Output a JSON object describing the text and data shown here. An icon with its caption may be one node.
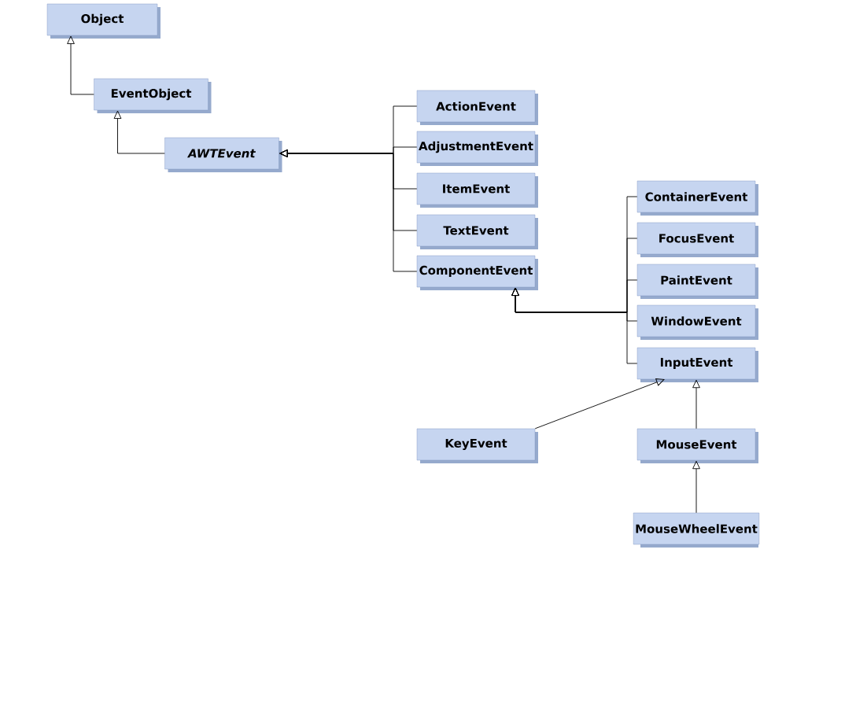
{
  "diagram": {
    "nodes": [
      {
        "text": [
          "Object"
        ]
      },
      {
        "text": [
          "EventObject"
        ]
      },
      {
        "text": [
          "*AWTEvent*"
        ]
      },
      {
        "text": [
          "ActionEvent"
        ]
      },
      {
        "text": [
          "AdjustmentEvent"
        ]
      },
      {
        "text": [
          "ItemEvent"
        ]
      },
      {
        "text": [
          "TextEvent"
        ]
      },
      {
        "text": [
          "ComponentEvent"
        ]
      },
      {
        "text": [
          "ContainerEvent"
        ]
      },
      {
        "text": [
          "FocusEvent"
        ]
      },
      {
        "text": [
          "PaintEvent"
        ]
      },
      {
        "text": [
          "WindowEvent"
        ]
      },
      {
        "text": [
          "InputEvent"
        ]
      },
      {
        "text": [
          "KeyEvent"
        ]
      },
      {
        "text": [
          "MouseEvent"
        ]
      },
      {
        "text": [
          "MouseWheelEvent"
        ]
      }
    ],
    "edges": [
      {
        "from": 1,
        "to": 0,
        "arrow": "to"
      },
      {
        "from": 2,
        "to": 1,
        "arrow": "to"
      },
      {
        "from": 3,
        "to": 2,
        "arrow": "to"
      },
      {
        "from": 4,
        "to": 2,
        "arrow": "to"
      },
      {
        "from": 5,
        "to": 2,
        "arrow": "to"
      },
      {
        "from": 6,
        "to": 2,
        "arrow": "to"
      },
      {
        "from": 7,
        "to": 2,
        "arrow": "to"
      },
      {
        "from": 8,
        "to": 7,
        "arrow": "to"
      },
      {
        "from": 9,
        "to": 7,
        "arrow": "to"
      },
      {
        "from": 10,
        "to": 7,
        "arrow": "to"
      },
      {
        "from": 11,
        "to": 7,
        "arrow": "to"
      },
      {
        "from": 12,
        "to": 7,
        "arrow": "to"
      },
      {
        "from": 13,
        "to": 12,
        "arrow": "to"
      },
      {
        "from": 14,
        "to": 12,
        "arrow": "to"
      },
      {
        "from": 15,
        "to": 14,
        "arrow": "to"
      }
    ]
  }
}
